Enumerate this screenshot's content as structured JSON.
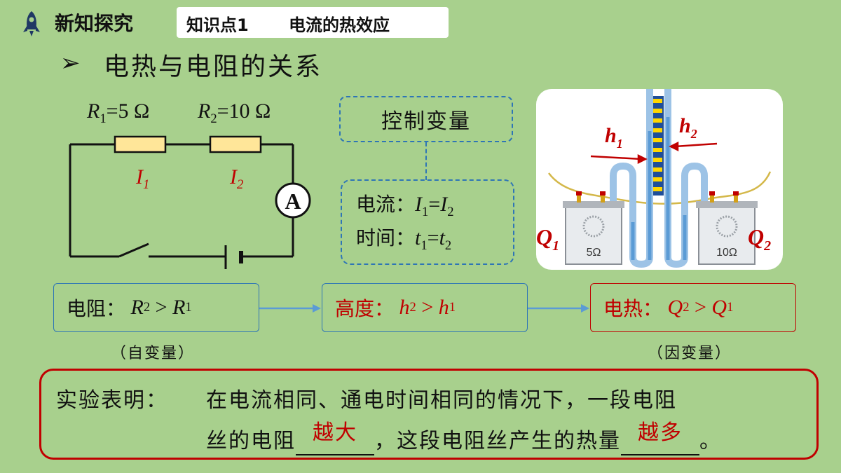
{
  "header": {
    "section_title": "新知探究",
    "knowledge_point_label": "知识点1",
    "knowledge_point_title": "电流的热效应"
  },
  "heading": {
    "bullet": "➢",
    "text": "电热与电阻的关系"
  },
  "circuit": {
    "r1_label": "R",
    "r1_sub": "1",
    "r1_value": "=5 Ω",
    "r2_label": "R",
    "r2_sub": "2",
    "r2_value": "=10 Ω",
    "i1_label": "I",
    "i1_sub": "1",
    "i2_label": "I",
    "i2_sub": "2",
    "ammeter": "A"
  },
  "control": {
    "title": "控制变量",
    "current_label": "电流：",
    "time_label": "时间："
  },
  "photo": {
    "h1": "h",
    "h1_sub": "1",
    "h2": "h",
    "h2_sub": "2",
    "q1": "Q",
    "q1_sub": "1",
    "q2": "Q",
    "q2_sub": "2",
    "left_resistor": "5Ω",
    "right_resistor": "10Ω"
  },
  "flow": {
    "box1_label": "电阻：",
    "box2_label": "高度：",
    "box3_label": "电热：",
    "independent_note": "（自变量）",
    "dependent_note": "（因变量）"
  },
  "conclusion": {
    "prefix": "实验表明：",
    "line1": "在电流相同、通电时间相同的情况下，一段电阻",
    "line2_start": "丝的电阻",
    "blank1": "越大",
    "line2_mid": "，这段电阻丝产生的热量",
    "blank2": "越多",
    "line2_end": "。"
  },
  "colors": {
    "background": "#a8d08d",
    "accent_red": "#c00000",
    "accent_blue": "#2e75b6"
  }
}
